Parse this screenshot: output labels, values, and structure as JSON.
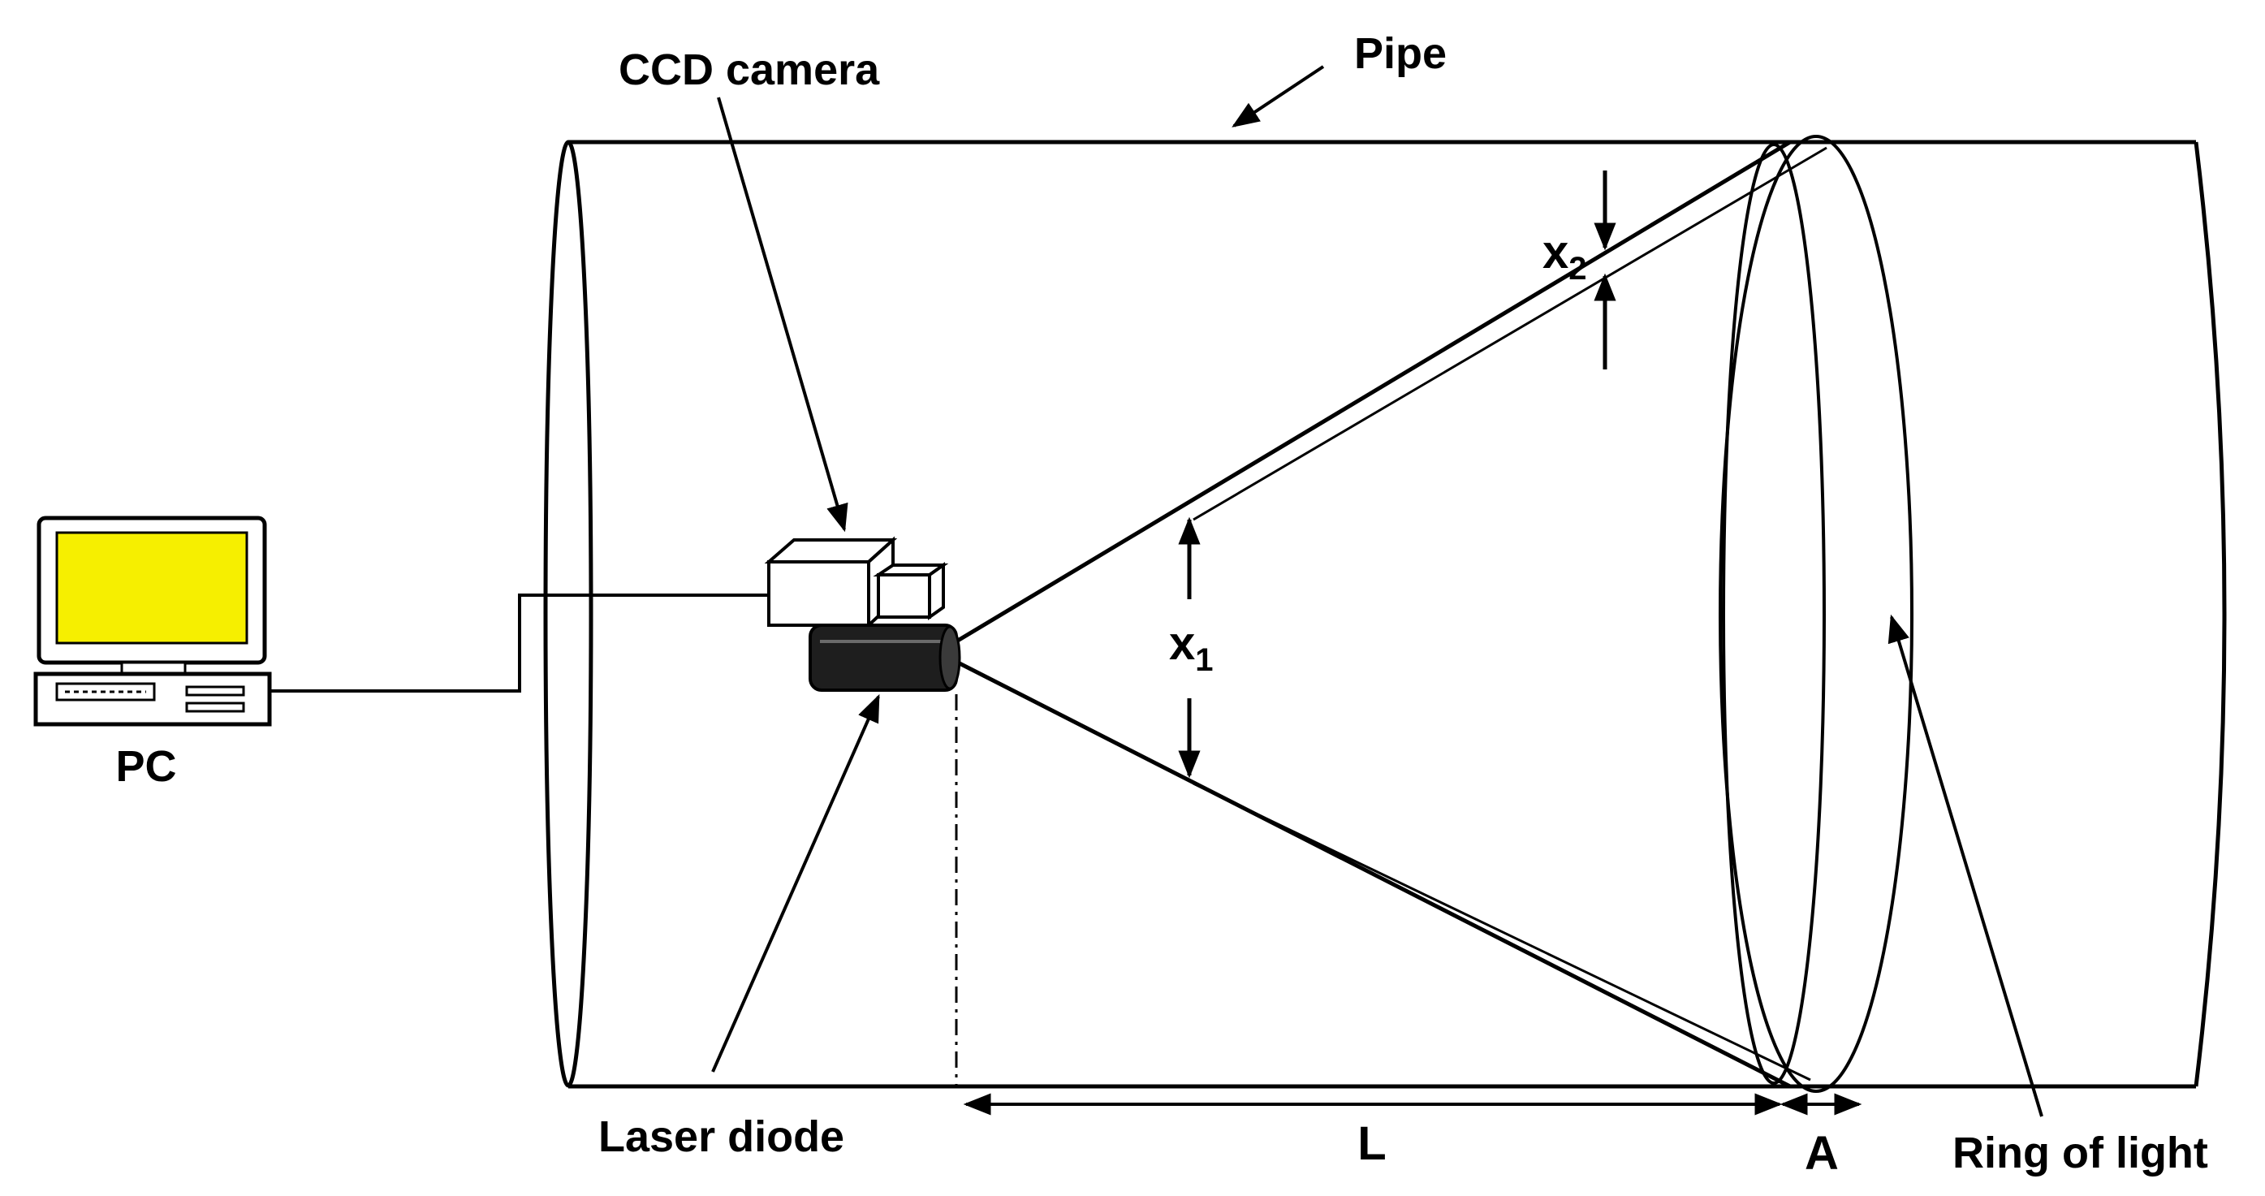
{
  "labels": {
    "pipe": "Pipe",
    "ccd_camera": "CCD camera",
    "pc": "PC",
    "laser_diode": "Laser diode",
    "length": "L",
    "gap": "A",
    "ring_of_light": "Ring of light",
    "x1_base": "x",
    "x1_sub": "1",
    "x2_base": "x",
    "x2_sub": "2"
  },
  "colors": {
    "screen": "#f6ef00",
    "laser_body": "#1e1e1e",
    "line": "#000000",
    "fill": "#ffffff"
  }
}
